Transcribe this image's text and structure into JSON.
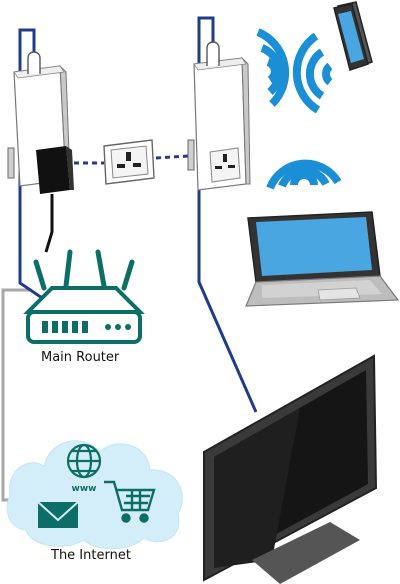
{
  "labels": {
    "router": "Main Router",
    "internet": "The Internet",
    "www": "www"
  },
  "colors": {
    "cable_blue": "#1f3c8c",
    "router_green": "#0c6e66",
    "wifi_blue": "#1a8fd6",
    "cloud": "#d4eef9",
    "screen_blue": "#4aa6e0",
    "ethernet_gray": "#a8a8a8",
    "tv_frame": "#3a3a3a",
    "black_plug": "#111111"
  },
  "icons": [
    "powerline-adapter-left",
    "powerline-adapter-right",
    "wall-socket-icon",
    "router-icon",
    "smartphone-icon",
    "laptop-icon",
    "wifi-signal-icon",
    "tv-icon",
    "globe-www-icon",
    "envelope-icon",
    "shopping-cart-icon",
    "cloud-icon"
  ]
}
